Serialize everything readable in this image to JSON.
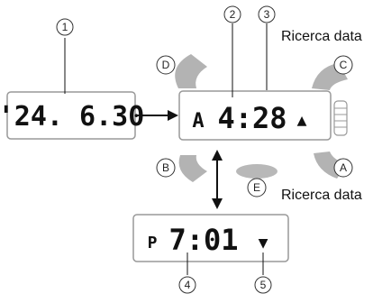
{
  "callouts": {
    "n1": "①",
    "n2": "②",
    "n3": "③",
    "n4": "④",
    "n5": "⑤"
  },
  "buttons": {
    "a": "A",
    "b": "B",
    "c": "C",
    "d": "D",
    "e": "E"
  },
  "labels": {
    "ricerca_top": "Ricerca data",
    "ricerca_bottom": "Ricerca data"
  },
  "date_display": {
    "text": "'24. 6.30"
  },
  "main_display": {
    "indicator": "A",
    "time": "4:28",
    "symbol": "▲"
  },
  "bottom_display": {
    "indicator": "P",
    "time": "7:01",
    "symbol": "▼"
  },
  "colors": {
    "lcd_border": "#999999",
    "bezel": "#b3b3b3",
    "text": "#111111",
    "button_e": "#b8b8b8"
  }
}
